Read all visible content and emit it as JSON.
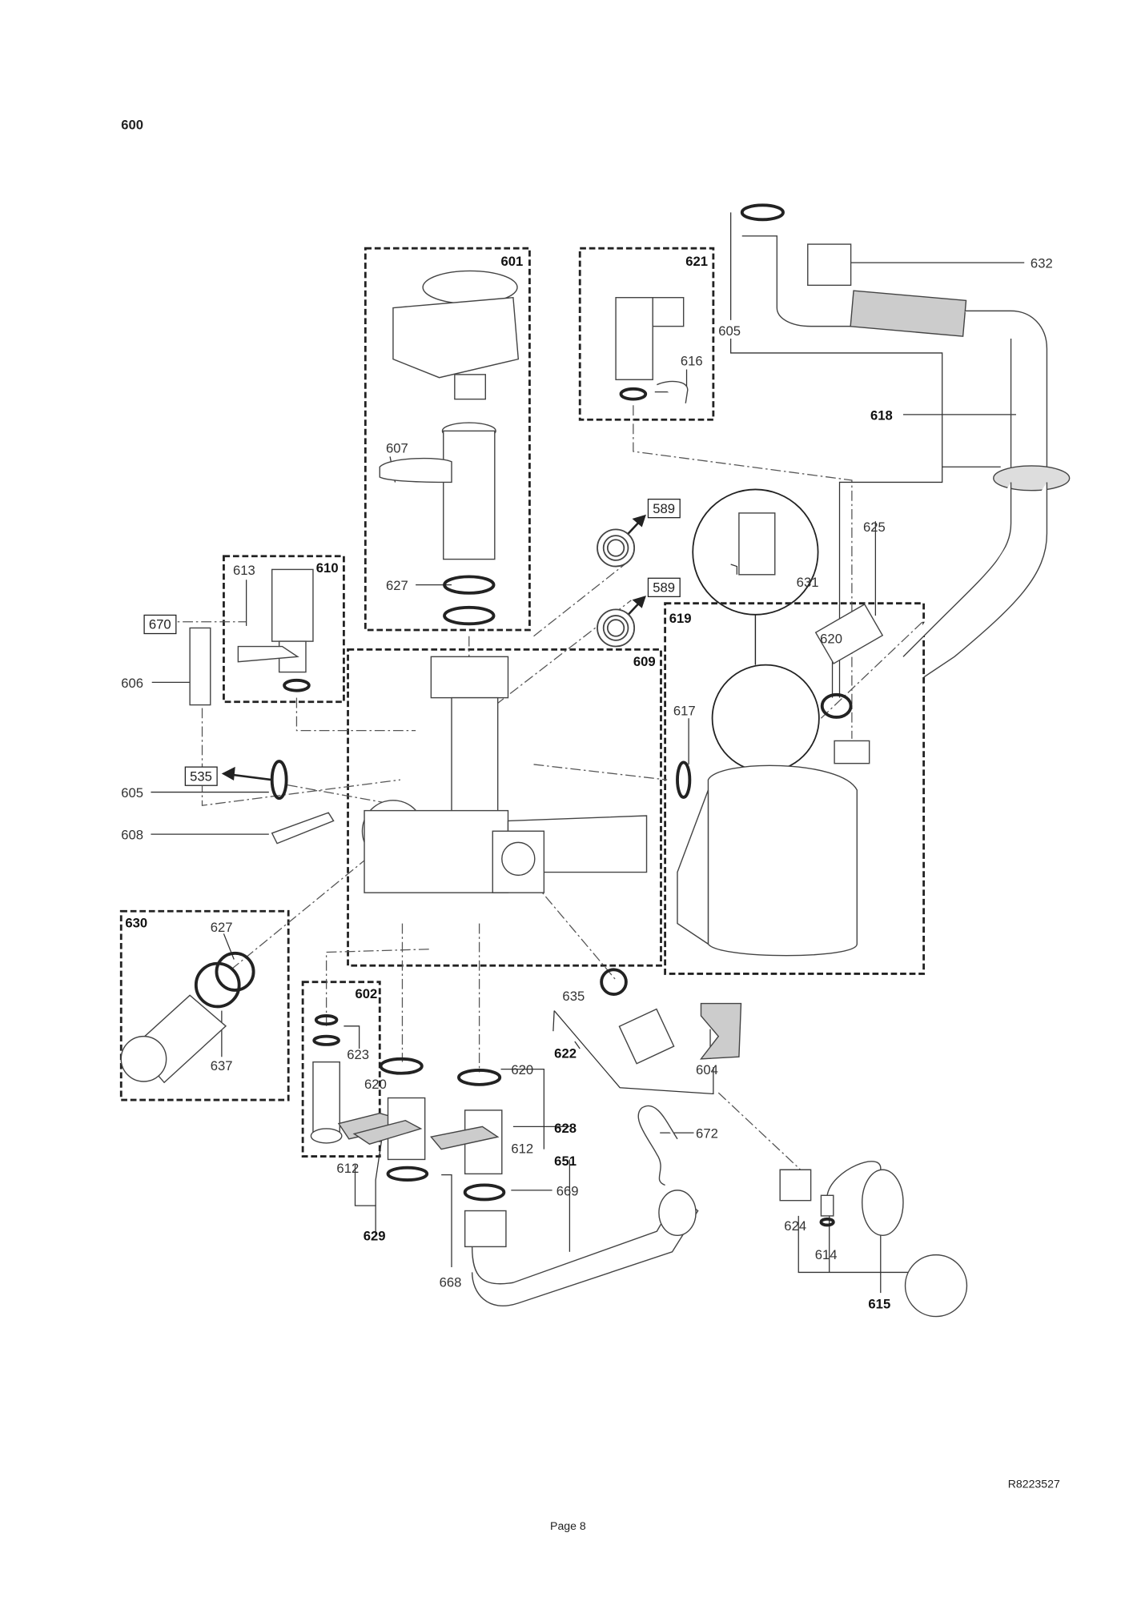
{
  "page": {
    "section_number": "600",
    "drawing_code": "R8223527",
    "page_label": "Page 8"
  },
  "groups": [
    {
      "id": "601",
      "label": "601"
    },
    {
      "id": "621",
      "label": "621"
    },
    {
      "id": "610",
      "label": "610"
    },
    {
      "id": "609",
      "label": "609"
    },
    {
      "id": "619",
      "label": "619"
    },
    {
      "id": "630",
      "label": "630"
    },
    {
      "id": "602",
      "label": "602"
    }
  ],
  "references": [
    {
      "label": "589"
    },
    {
      "label": "589"
    },
    {
      "label": "670"
    },
    {
      "label": "535"
    }
  ],
  "callouts": {
    "c632": "632",
    "c605a": "605",
    "c616": "616",
    "c618": "618",
    "c607": "607",
    "c625": "625",
    "c613": "613",
    "c631": "631",
    "c627a": "627",
    "c620a": "620",
    "c606": "606",
    "c617": "617",
    "c605b": "605",
    "c608": "608",
    "c627b": "627",
    "c637": "637",
    "c635": "635",
    "c622": "622",
    "c604": "604",
    "c623": "623",
    "c620b": "620",
    "c620c": "620",
    "c628": "628",
    "c612a": "612",
    "c612b": "612",
    "c672": "672",
    "c651": "651",
    "c669": "669",
    "c629": "629",
    "c668": "668",
    "c624": "624",
    "c614": "614",
    "c615": "615"
  }
}
